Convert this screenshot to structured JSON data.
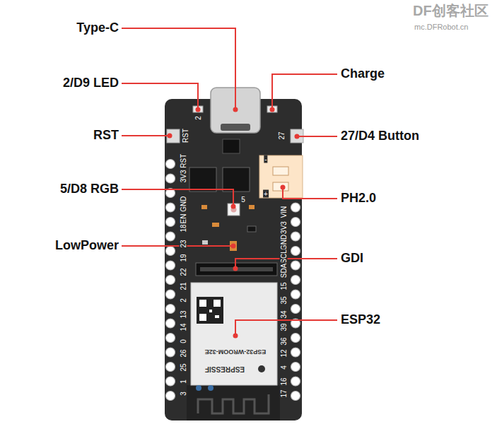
{
  "diagram": {
    "labels": [
      "DF创客社区",
      "mc.DFRobot.cn",
      "Type-C",
      "2/D9 LED",
      "Charge",
      "RST",
      "27/D4 Button",
      "5/D8 RGB",
      "PH2.0",
      "LowPower",
      "GDI",
      "ESP32",
      "2",
      "RST",
      "27",
      "5",
      "+",
      "-",
      "ESP32-WROOM-32E",
      "ESPRESSIF",
      "3V3 RST",
      "EN GND",
      "18",
      "23",
      "19",
      "22",
      "21",
      "2",
      "13",
      "14",
      "0",
      "26",
      "25",
      "1",
      "3",
      "VIN",
      "3V3",
      "GND",
      "SCL",
      "SDA",
      "15",
      "35",
      "34",
      "39",
      "36",
      "12",
      "4",
      "16",
      "17"
    ]
  }
}
